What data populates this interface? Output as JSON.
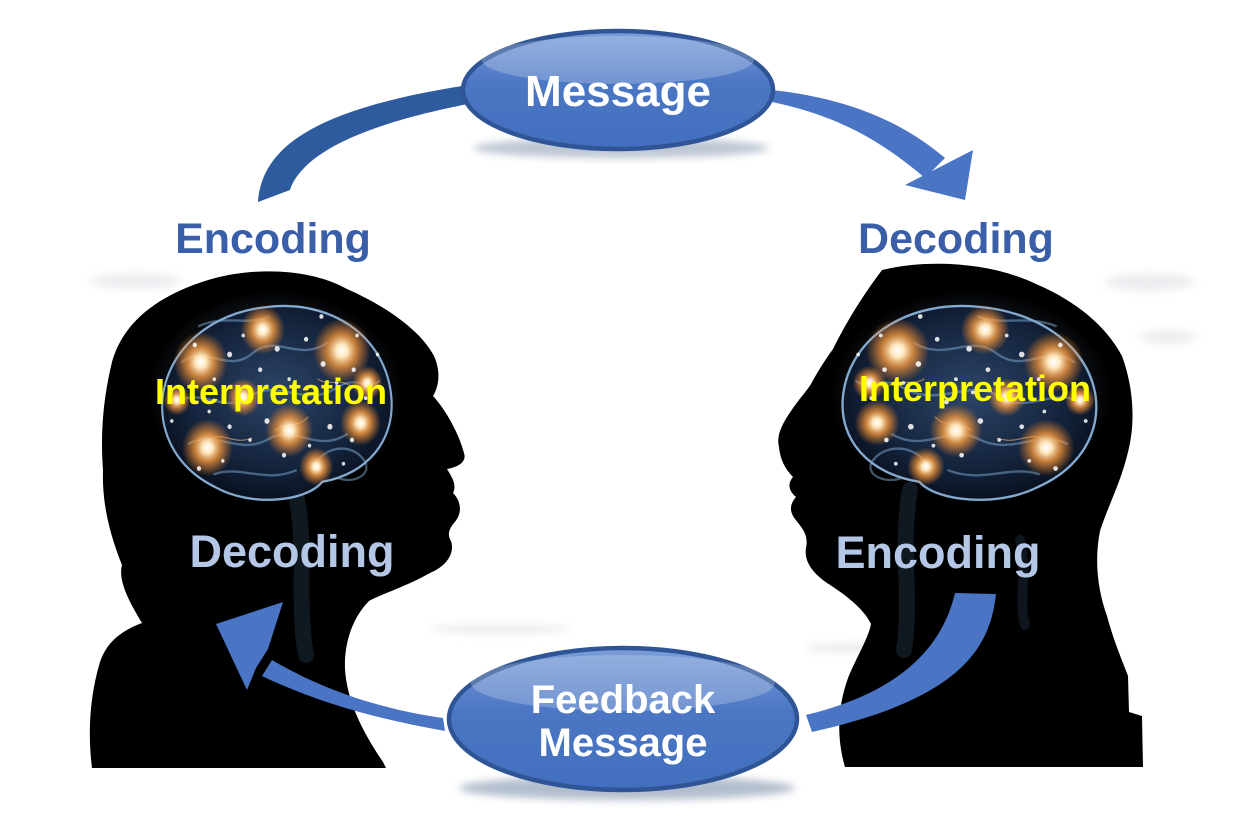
{
  "diagram": {
    "top_ellipse": {
      "label": "Message"
    },
    "bottom_ellipse": {
      "line1": "Feedback",
      "line2": "Message"
    },
    "left_person": {
      "top_label": "Encoding",
      "brain_label": "Interpretation",
      "lower_label": "Decoding"
    },
    "right_person": {
      "top_label": "Decoding",
      "brain_label": "Interpretation",
      "lower_label": "Encoding"
    },
    "colors": {
      "ellipse_fill": "#4B76C4",
      "ellipse_border": "#2F5597",
      "arrow_blue": "#4A74C4",
      "arrow_dark_blue": "#2E5A9E",
      "label_blue": "#3A5EA8",
      "label_light_blue": "#B4C7E7",
      "interpretation_yellow": "#FFFF00",
      "ellipse_text_white": "#FFFFFF",
      "silhouette_black": "#000000"
    }
  }
}
